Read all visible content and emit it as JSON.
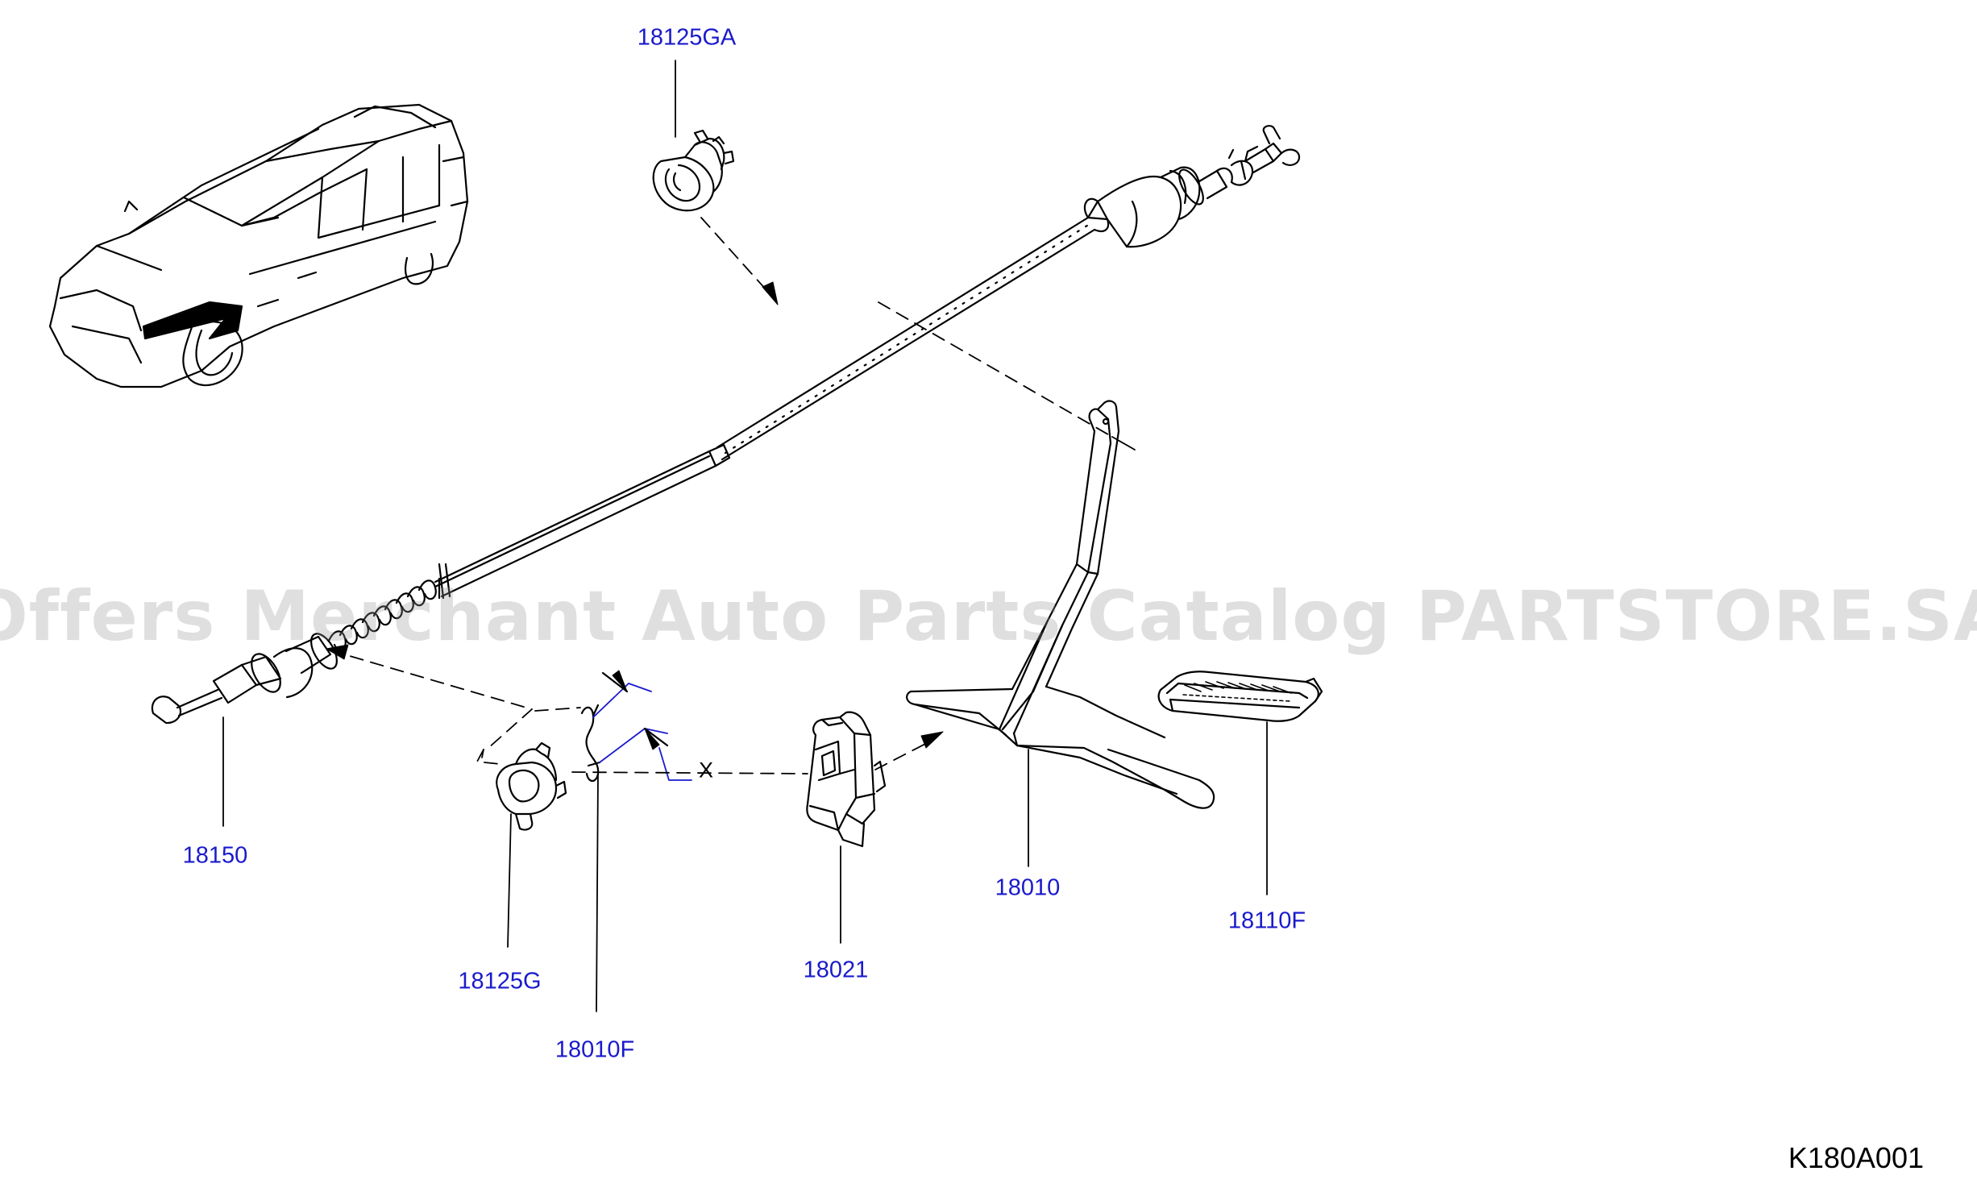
{
  "diagram": {
    "reference_code": "K180A001",
    "dimension_label": "X",
    "watermark": "Offers Merchant Auto Parts Catalog PARTSTORE.SA",
    "label_color": "#1a1acc",
    "line_color": "#000000",
    "parts": [
      {
        "id": "p18125GA",
        "number": "18125GA",
        "depicts": "grommet"
      },
      {
        "id": "p18150",
        "number": "18150",
        "depicts": "accelerator-cable"
      },
      {
        "id": "p18125G",
        "number": "18125G",
        "depicts": "grommet"
      },
      {
        "id": "p18010F",
        "number": "18010F",
        "depicts": "stopper"
      },
      {
        "id": "p18021",
        "number": "18021",
        "depicts": "bracket"
      },
      {
        "id": "p18010",
        "number": "18010",
        "depicts": "accelerator-pedal-lever"
      },
      {
        "id": "p18110F",
        "number": "18110F",
        "depicts": "pedal-pad"
      }
    ]
  }
}
